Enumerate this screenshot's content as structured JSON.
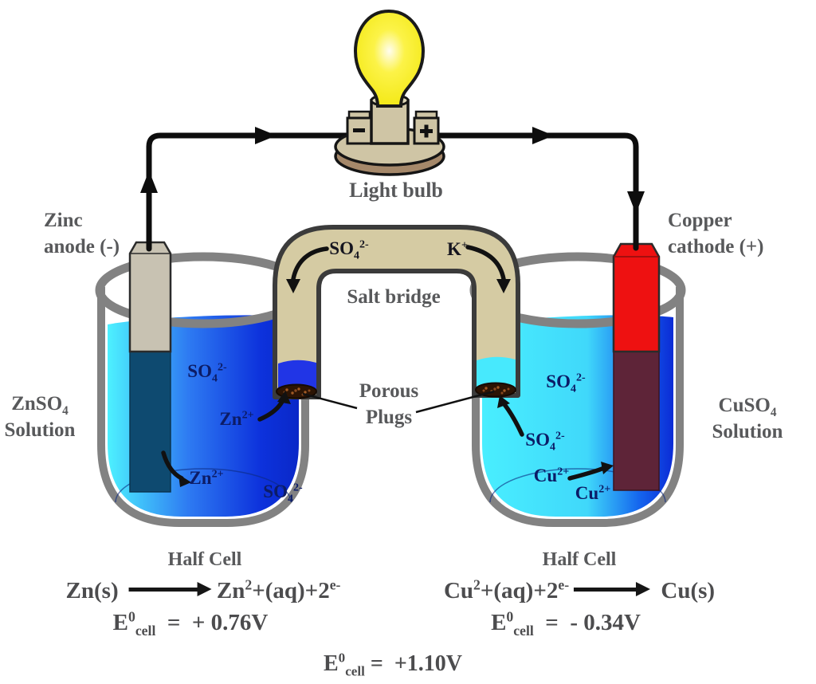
{
  "diagram": {
    "type": "zinc-copper galvanic cell",
    "light_bulb_label": "Light bulb",
    "zinc_anode_label": [
      "Zinc",
      "anode (-)"
    ],
    "copper_cathode_label": [
      "Copper",
      "cathode (+)"
    ],
    "salt_bridge_label": "Salt bridge",
    "porous_plugs_label": [
      "Porous",
      "Plugs"
    ],
    "left_solution_label_line2": "Solution",
    "right_solution_label_line2": "Solution",
    "half_cell_left_label": "Half Cell",
    "half_cell_right_label": "Half Cell"
  },
  "rich": {
    "so4": [
      {
        "t": "SO"
      },
      {
        "t": "4",
        "s": "sub"
      },
      {
        "t": "2-",
        "s": "sup"
      }
    ],
    "k": [
      {
        "t": "K"
      },
      {
        "t": "+",
        "s": "sup"
      }
    ],
    "zn2": [
      {
        "t": "Zn"
      },
      {
        "t": "2+",
        "s": "sup"
      }
    ],
    "cu2": [
      {
        "t": "Cu"
      },
      {
        "t": "2+",
        "s": "sup"
      }
    ],
    "znso4": [
      {
        "t": "ZnSO"
      },
      {
        "t": "4",
        "s": "sub"
      }
    ],
    "cuso4": [
      {
        "t": "CuSO"
      },
      {
        "t": "4",
        "s": "sub"
      }
    ],
    "zn_half_reaction": [
      {
        "t": "Zn(s) "
      },
      {
        "s": "arrow",
        "w": 88
      },
      {
        "t": "Zn"
      },
      {
        "t": "2",
        "s": "sup"
      },
      {
        "t": "+(aq)+2"
      },
      {
        "t": "e-",
        "s": "sup"
      }
    ],
    "cu_half_reaction": [
      {
        "t": "Cu"
      },
      {
        "t": "2",
        "s": "sup"
      },
      {
        "t": "+(aq)+2"
      },
      {
        "t": "e-",
        "s": "sup"
      },
      {
        "s": "arrow",
        "w": 80
      },
      {
        "t": " Cu(s)"
      }
    ],
    "e_cell_left": [
      {
        "t": "E"
      },
      {
        "t": "0",
        "s": "sup"
      },
      {
        "t": "cell",
        "s": "sub"
      },
      {
        "t": "  =  + 0.76V"
      }
    ],
    "e_cell_right": [
      {
        "t": "E"
      },
      {
        "t": "0",
        "s": "sup"
      },
      {
        "t": "cell",
        "s": "sub"
      },
      {
        "t": "  =  - 0.34V"
      }
    ],
    "e_cell_total": [
      {
        "t": "E"
      },
      {
        "t": "0",
        "s": "sup"
      },
      {
        "t": "cell",
        "s": "sub"
      },
      {
        "t": " =  +1.10V"
      }
    ]
  },
  "colors": {
    "label_gray": "#58595b",
    "ion_navy": "#0c1c66",
    "solution_cyan": "#49edff",
    "solution_blue": "#0b2ed6",
    "salt_bridge_tan": "#d5cba3",
    "zinc_electrode": "#c8c2b2",
    "zinc_underwater": "#0e4a70",
    "copper_electrode": "#ee1111",
    "copper_underwater": "#5e2438",
    "bulb_yellow": "#f5e912",
    "wire_black": "#0d0d0d",
    "beaker_gray": "#828282"
  }
}
